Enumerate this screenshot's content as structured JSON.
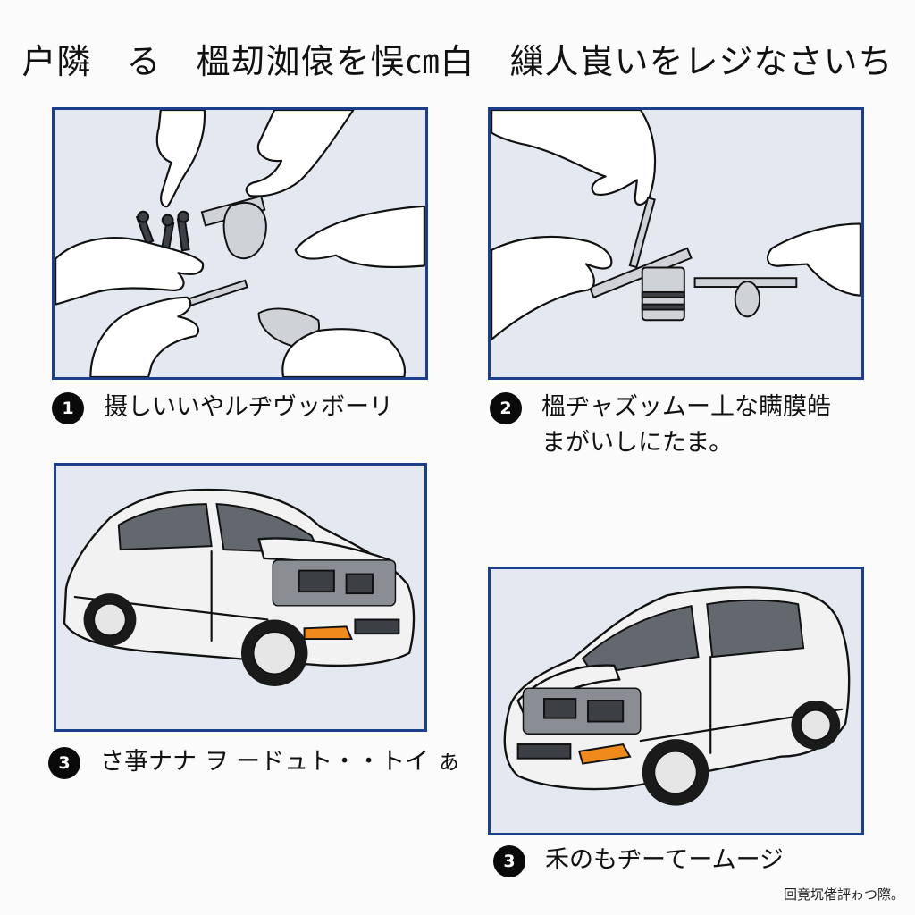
{
  "title": "户隣　る　榲刧洳偯を悮㎝白　繅人崀いをレジなさいち",
  "steps": [
    {
      "number": "1",
      "caption": "摄しいいやルヂヴッボーリ"
    },
    {
      "number": "2",
      "caption_line1": "榲ヂャズッムー丄な瞒膜皓",
      "caption_line2": "まがいしにたま。"
    },
    {
      "number": "3",
      "caption": "さ亊ナナ ヲ ードュト・・トイ ぁ"
    },
    {
      "number": "3",
      "caption": "禾のもヂーてームージ"
    }
  ],
  "footnote": "回竟坈偖評ゎつ際。",
  "colors": {
    "panel_border": "#1c3f8c",
    "panel_bg": "#e4e8f0",
    "badge": "#0a0a0a",
    "turn_signal": "#f08a1c"
  },
  "illustrations": [
    {
      "panel": 1,
      "subject": "hands holding bolts, brush and car parts"
    },
    {
      "panel": 2,
      "subject": "hands using a tool on a cylindrical part"
    },
    {
      "panel": 3,
      "subject": "white hatchback with open hood, facing right"
    },
    {
      "panel": 4,
      "subject": "white hatchback with open hood, facing left"
    }
  ]
}
